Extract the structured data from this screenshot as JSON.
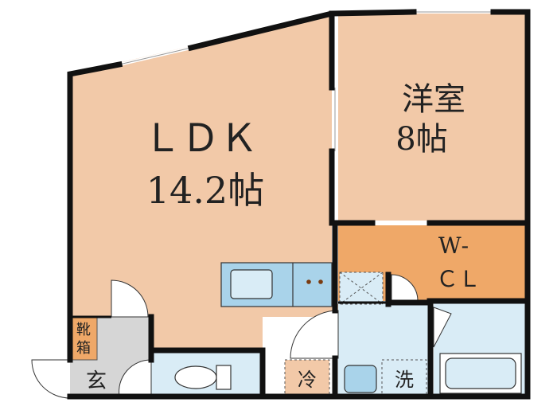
{
  "rooms": {
    "ldk": {
      "name": "ＬＤＫ",
      "size": "14.2帖"
    },
    "western": {
      "name": "洋室",
      "size": "8帖"
    },
    "wcl": {
      "line1": "W‐",
      "line2": "ＣＬ"
    },
    "entrance": {
      "label": "玄"
    },
    "shoe_box": {
      "line1": "靴",
      "line2": "箱"
    },
    "fridge": {
      "label": "冷"
    },
    "washer": {
      "label": "洗"
    }
  },
  "colors": {
    "ldk_floor": "#f2c9a8",
    "wcl_floor": "#efa868",
    "wet_area": "#d9ecf6",
    "fixture": "#a9d3ea",
    "hall": "#d6d6d6",
    "wall": "#111111"
  }
}
